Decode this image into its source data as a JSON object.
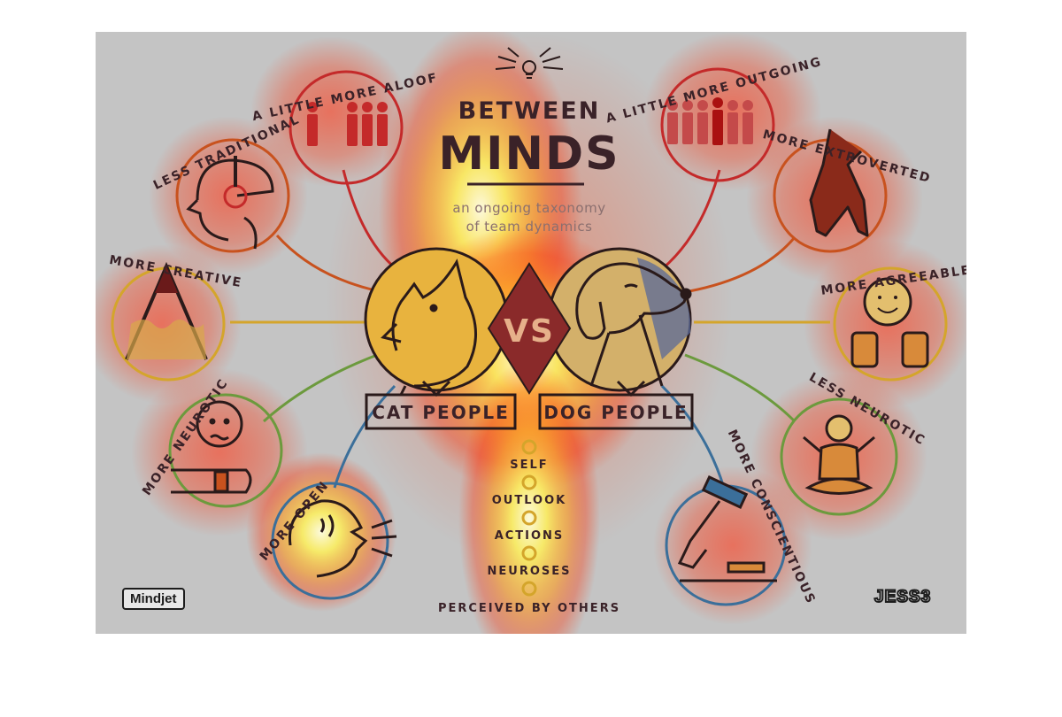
{
  "title": {
    "line1": "BETWEEN",
    "line2": "MINDS",
    "subtitle1": "an ongoing taxonomy",
    "subtitle2": "of team dynamics"
  },
  "center": {
    "vs": "VS",
    "left": "CAT PEOPLE",
    "right": "DOG PEOPLE"
  },
  "left_traits": [
    "A LITTLE MORE ALOOF",
    "LESS TRADITIONAL",
    "MORE CREATIVE",
    "MORE NEUROTIC",
    "MORE OPEN"
  ],
  "right_traits": [
    "A LITTLE MORE OUTGOING",
    "MORE EXTROVERTED",
    "MORE AGREEABLE",
    "LESS NEUROTIC",
    "MORE CONSCIENTIOUS"
  ],
  "legend": [
    "SELF",
    "OUTLOOK",
    "ACTIONS",
    "NEUROSES",
    "PERCEIVED BY OTHERS"
  ],
  "logos": {
    "left": "Mindjet",
    "right": "JESS3"
  },
  "colors": {
    "background": "#c4c4c4",
    "ink": "#3a2228",
    "red": "#c42a2a",
    "orange": "#c8521e",
    "yellow": "#d4a52b",
    "green": "#6c9a3d",
    "blue": "#3b6f9a",
    "heat_hot": "#fff15a",
    "heat_warm": "#ff2f00"
  },
  "icons": [
    "lightbulb-icon",
    "people-icon",
    "headphones-icon",
    "pencil-icon",
    "wristwatch-icon",
    "shouting-face-icon",
    "cat-icon",
    "dog-icon",
    "jumping-person-icon",
    "thumbs-up-icon",
    "meditating-person-icon",
    "gavel-icon"
  ]
}
